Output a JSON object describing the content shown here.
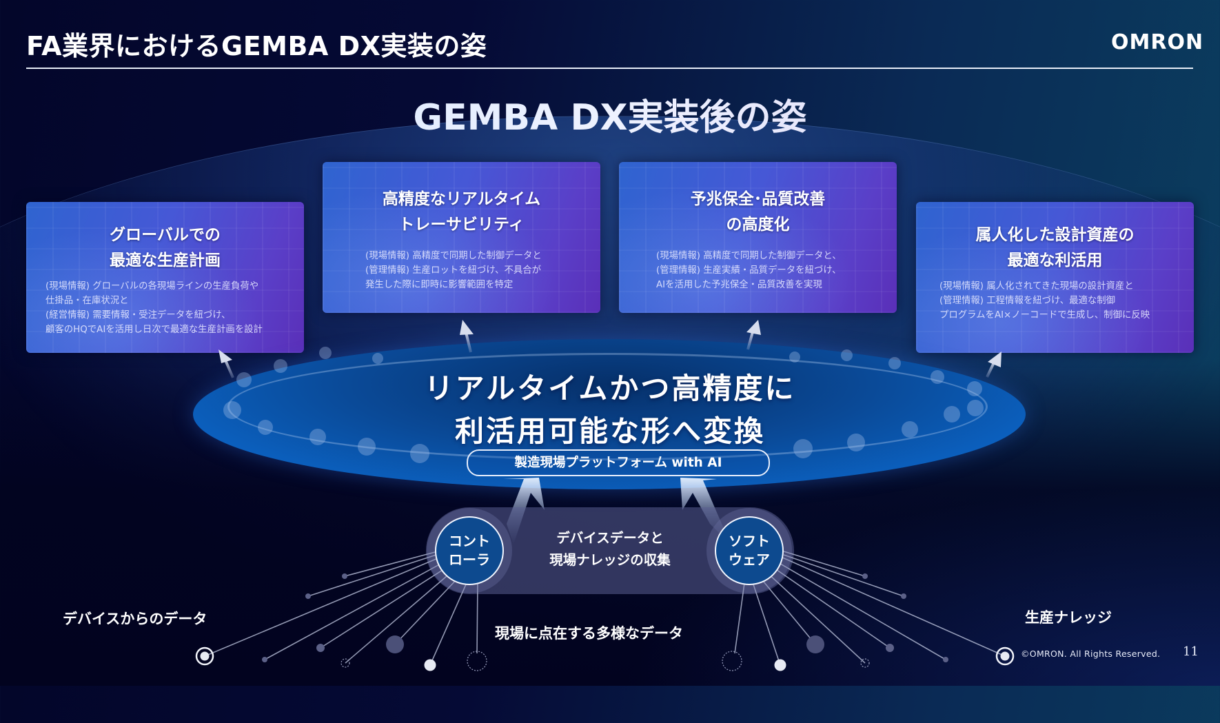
{
  "header": {
    "title": "FA業界におけるGEMBA DX実装の姿",
    "logo": "OMRON"
  },
  "subtitle": "GEMBA DX実装後の姿",
  "cards": [
    {
      "title": "グローバルでの\n最適な生産計画",
      "title_lines": [
        "グローバルでの",
        "最適な生産計画"
      ],
      "description": "(現場情報) グローバルの各現場ラインの生産負荷や\n仕掛品・在庫状況と\n(経営情報) 需要情報・受注データを紐づけ、\n顧客のHQでAIを活用し日次で最適な生産計画を設計",
      "background_image": "globe-network"
    },
    {
      "title": "高精度なリアルタイム\nトレーサビリティ",
      "title_lines": [
        "高精度なリアルタイム",
        "トレーサビリティ"
      ],
      "description": "(現場情報) 高精度で同期した制御データと\n(管理情報) 生産ロットを紐づけ、不具合が\n発生した際に即時に影響範囲を特定",
      "background_image": "factory-machinery"
    },
    {
      "title": "予兆保全･品質改善\nの高度化",
      "title_lines": [
        "予兆保全･品質改善",
        "の高度化"
      ],
      "description": "(現場情報) 高精度で同期した制御データと、\n(管理情報) 生産実績・品質データを紐づけ、\nAIを活用した予兆保全・品質改善を実現",
      "background_image": "worker-with-tablet"
    },
    {
      "title": "属人化した設計資産の\n最適な利活用",
      "title_lines": [
        "属人化した設計資産の",
        "最適な利活用"
      ],
      "description": "(現場情報) 属人化されてきた現場の設計資産と\n(管理情報) 工程情報を紐づけ、最適な制御\nプログラムをAI×ノーコードで生成し、制御に反映",
      "background_image": "engineer-at-computer"
    }
  ],
  "platform": {
    "line1": "リアルタイムかつ高精度に",
    "line2": "利活用可能な形へ変換",
    "pill_label": "製造現場プラットフォーム with AI"
  },
  "collector": {
    "left_node": "コント\nローラ",
    "right_node": "ソフト\nウェア",
    "center_text_line1": "デバイスデータと",
    "center_text_line2": "現場ナレッジの収集"
  },
  "labels": {
    "device_data": "デバイスからのデータ",
    "scattered_data": "現場に点在する多様なデータ",
    "production_knowledge": "生産ナレッジ"
  },
  "footer": {
    "copyright": "©OMRON. All Rights Reserved.",
    "page_number": "11"
  },
  "colors": {
    "background_dark": "#03062a",
    "background_teal": "#0b4060",
    "card_blue": "#2f64d0",
    "card_purple": "#5a2fb8",
    "platform_blue": "#0b62c2",
    "node_fill": "#0d4a8f",
    "text": "#ffffff"
  }
}
